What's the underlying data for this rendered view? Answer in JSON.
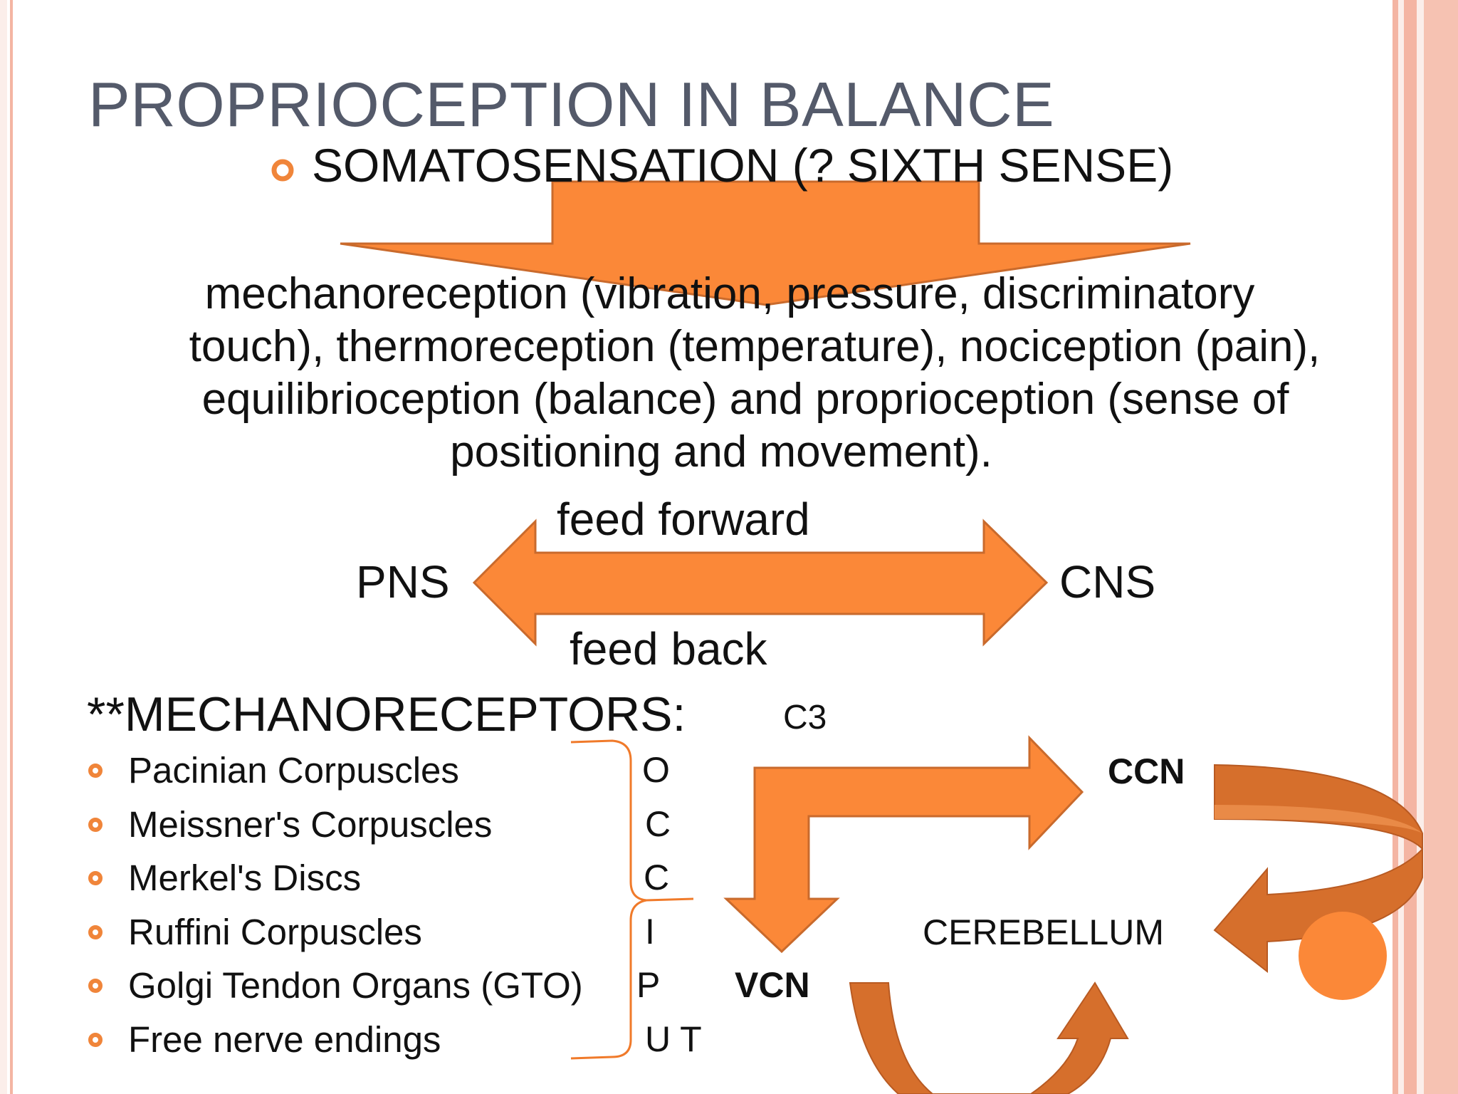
{
  "slide": {
    "title": "PROPRIOCEPTION IN BALANCE",
    "subheading": "SOMATOSENSATION (? SIXTH SENSE)",
    "paragraph_lines": [
      "mechanoreception (vibration, pressure, discriminatory",
      "touch), thermoreception (temperature), nociception (pain),",
      "equilibrioception (balance) and proprioception (sense of",
      "positioning and movement)."
    ],
    "flow": {
      "left": "PNS",
      "right": "CNS",
      "top_label": "feed forward",
      "bottom_label": "feed back"
    },
    "mechanoreceptors": {
      "heading": "**MECHANORECEPTORS:",
      "items": [
        "Pacinian Corpuscles",
        "Meissner's Corpuscles",
        "Merkel's Discs",
        "Ruffini Corpuscles",
        "Golgi Tendon Organs (GTO)",
        "Free nerve endings"
      ],
      "bracket_letters": [
        "O",
        "C",
        "C",
        "I",
        "P",
        "U T"
      ],
      "level_label": "C3"
    },
    "pathway": {
      "ccn": "CCN",
      "vcn": "VCN",
      "cerebellum": "CEREBELLUM"
    },
    "colors": {
      "accent": "#f0853a",
      "arrow_fill": "#fb8838",
      "arrow_dark": "#c96a2c",
      "title": "#545a6a",
      "background": "#fbeeea",
      "border": "#f4b5a3"
    }
  }
}
